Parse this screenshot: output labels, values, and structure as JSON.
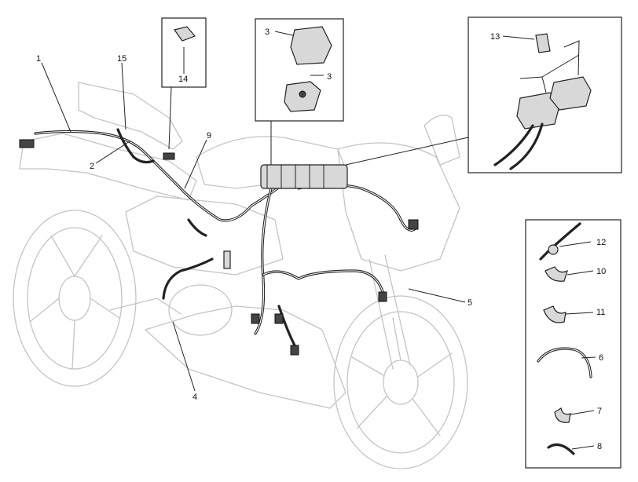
{
  "callouts": [
    {
      "id": "c1",
      "text": "1"
    },
    {
      "id": "c15",
      "text": "15"
    },
    {
      "id": "c14",
      "text": "14"
    },
    {
      "id": "c3a",
      "text": "3"
    },
    {
      "id": "c3b",
      "text": "3"
    },
    {
      "id": "c13",
      "text": "13"
    },
    {
      "id": "c9",
      "text": "9"
    },
    {
      "id": "c2",
      "text": "2"
    },
    {
      "id": "c12",
      "text": "12"
    },
    {
      "id": "c10",
      "text": "10"
    },
    {
      "id": "c11",
      "text": "11"
    },
    {
      "id": "c5",
      "text": "5"
    },
    {
      "id": "c6",
      "text": "6"
    },
    {
      "id": "c4",
      "text": "4"
    },
    {
      "id": "c7",
      "text": "7"
    },
    {
      "id": "c8",
      "text": "8"
    }
  ]
}
